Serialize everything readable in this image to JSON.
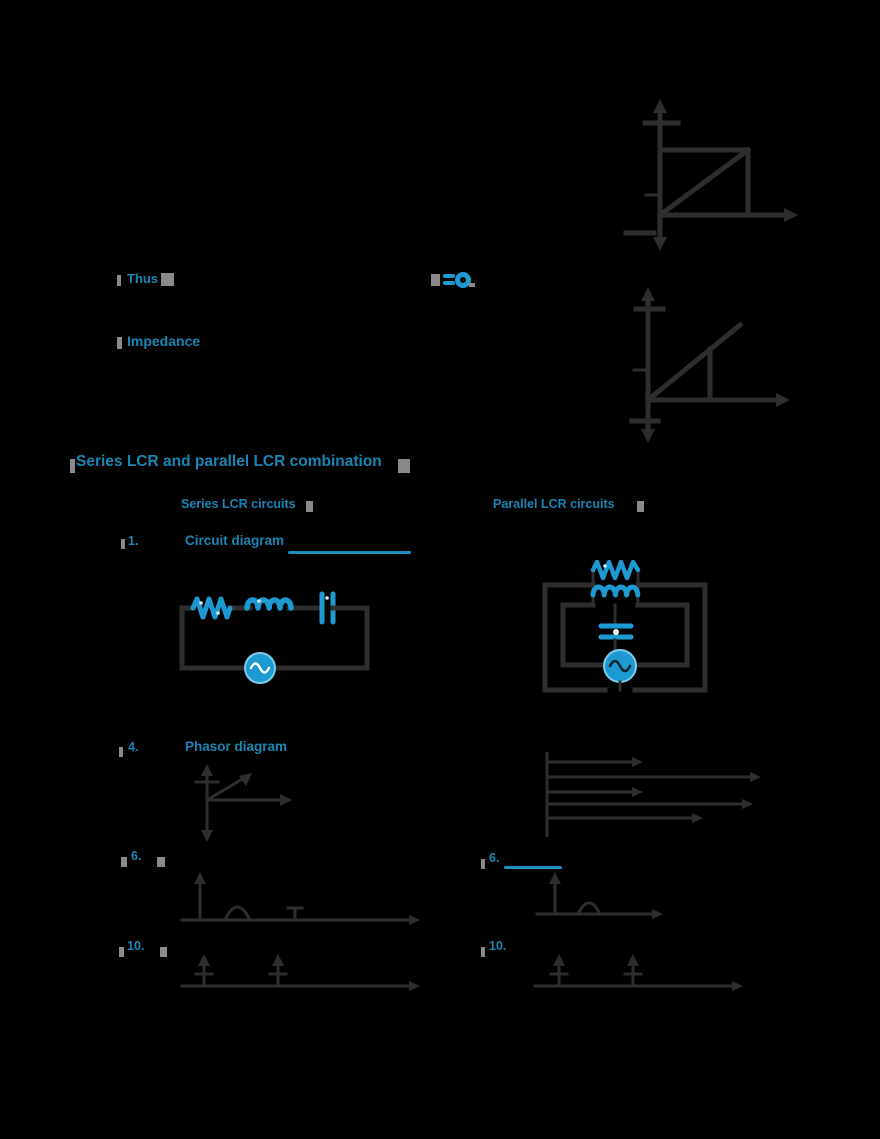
{
  "colors": {
    "background": "#000000",
    "accent_teal": "#1b85b3",
    "circuit_blue": "#1e9ad2",
    "circuit_blue_light": "#8fd4ee",
    "diagram_gray": "#2e2e2e",
    "fragment_gray": "#8a8a8a"
  },
  "intro": {
    "thus_label": "Thus",
    "impedance_label": "Impedance"
  },
  "icons": {
    "key_icon": "key-icon",
    "ac_source_icon": "sine-wave-source"
  },
  "section": {
    "heading": "Series LCR and parallel LCR combination"
  },
  "comparison": {
    "left_header": "Series LCR circuits",
    "right_header": "Parallel LCR circuits",
    "rows": [
      {
        "number": "1.",
        "label": "Circuit diagram"
      },
      {
        "number": "4.",
        "label": "Phasor diagram"
      },
      {
        "number": "6.",
        "label": ""
      },
      {
        "number": "10.",
        "label": ""
      }
    ],
    "right_numbers": [
      "6.",
      "10."
    ]
  }
}
